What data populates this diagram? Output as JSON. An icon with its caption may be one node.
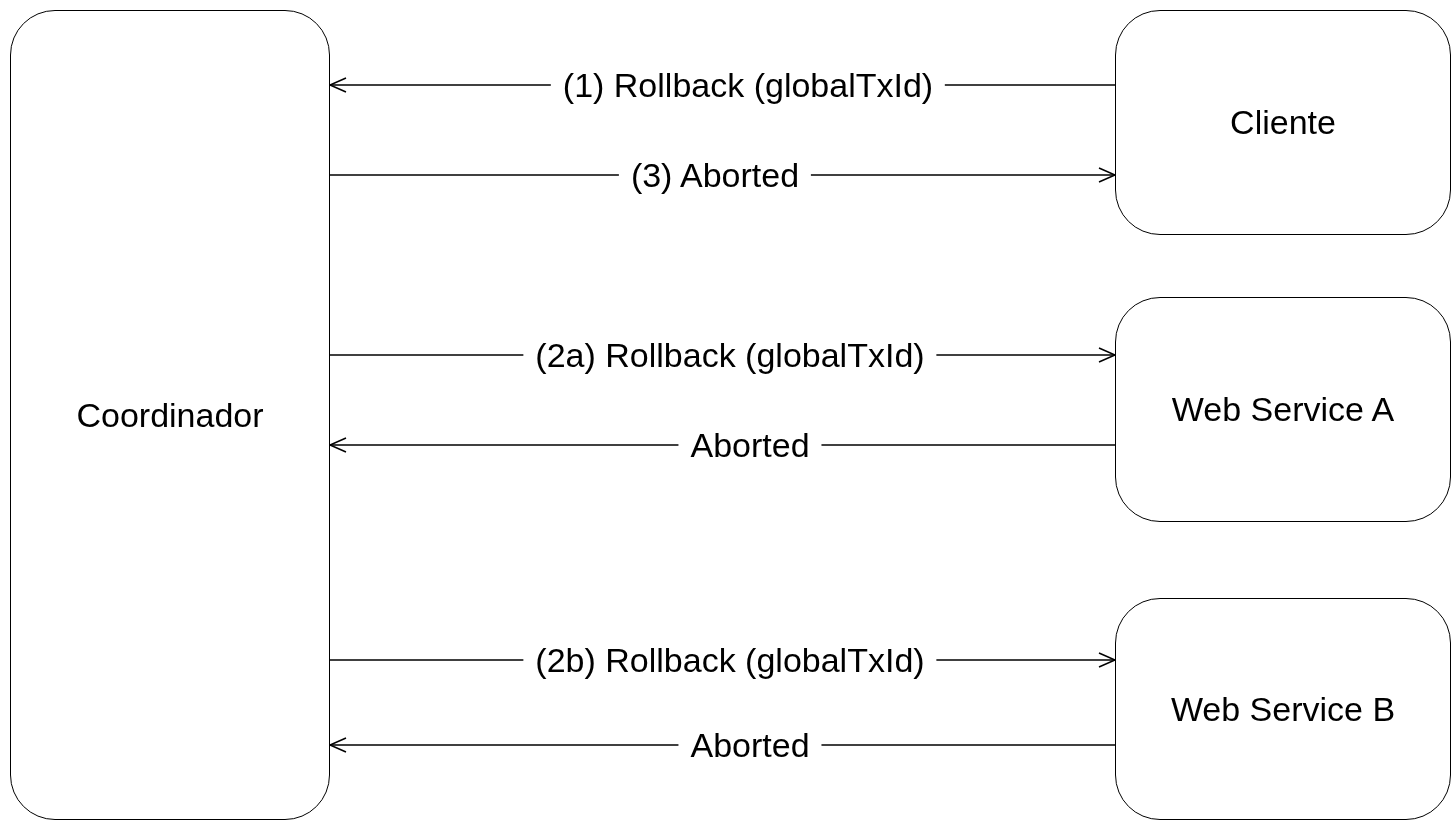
{
  "diagram": {
    "nodes": [
      {
        "text": [
          "Coordinador"
        ]
      },
      {
        "text": [
          "Cliente"
        ]
      },
      {
        "text": [
          "Web Service A"
        ]
      },
      {
        "text": [
          "Web Service B"
        ]
      }
    ],
    "edges": [
      {
        "from": 1,
        "to": 0,
        "arrow": "to",
        "label": "(1) Rollback (globalTxId)"
      },
      {
        "from": 0,
        "to": 1,
        "arrow": "to",
        "label": "(3) Aborted"
      },
      {
        "from": 0,
        "to": 2,
        "arrow": "to",
        "label": "(2a) Rollback (globalTxId)"
      },
      {
        "from": 2,
        "to": 0,
        "arrow": "to",
        "label": "Aborted"
      },
      {
        "from": 0,
        "to": 3,
        "arrow": "to",
        "label": "(2b) Rollback (globalTxId)"
      },
      {
        "from": 3,
        "to": 0,
        "arrow": "to",
        "label": "Aborted"
      }
    ]
  }
}
